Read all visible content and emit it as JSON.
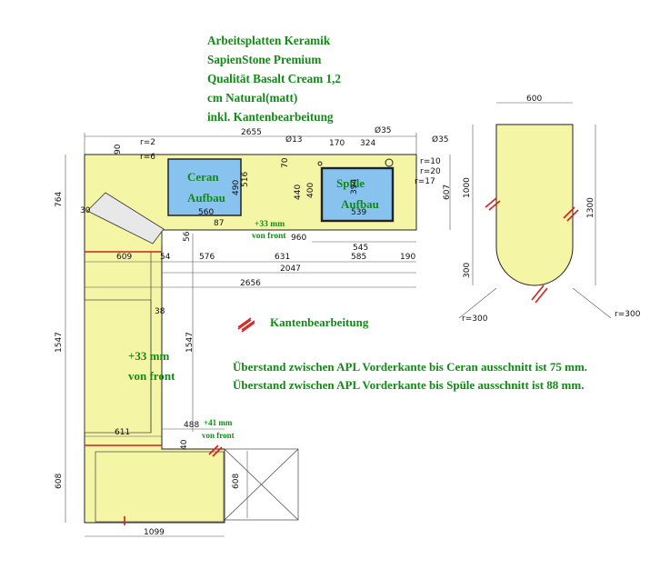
{
  "title_lines": [
    "Arbeitsplatten Keramik",
    "SapienStone Premium",
    "Qualität Basalt Cream 1,2",
    "cm Natural(matt)",
    "inkl. Kantenbearbeitung"
  ],
  "legend_label": "Kantenbearbeitung",
  "notes": [
    "Überstand zwischen APL Vorderkante bis Ceran ausschnitt ist 75 mm.",
    "Überstand zwischen APL Vorderkante bis Spüle ausschnitt ist 88 mm."
  ],
  "cutouts": {
    "ceran": {
      "line1": "Ceran",
      "line2": "Aufbau",
      "width": "560",
      "height": "490",
      "depth": "516"
    },
    "spuele": {
      "line1": "Spüle",
      "line2": "Aufbau",
      "width": "539",
      "height": "394",
      "depth": "400",
      "depth2": "440"
    }
  },
  "green_labels": {
    "overhang_top_a": "+33 mm",
    "overhang_top_b": "von front",
    "overhang_left_a": "+33 mm",
    "overhang_left_b": "von front",
    "overhang_bottom_a": "+41 mm",
    "overhang_bottom_b": "von front"
  },
  "dimensions": {
    "top_total": "2655",
    "r2": "r=2",
    "r6": "r=6",
    "d13": "Ø13",
    "d35a": "Ø35",
    "d35b": "Ø35",
    "d170": "170",
    "d324": "324",
    "r10": "r=10",
    "r20": "r=20",
    "r17": "r=17",
    "d764": "764",
    "d607": "607",
    "d960": "960",
    "d545": "545",
    "d609": "609",
    "d576": "576",
    "d631": "631",
    "d585": "585",
    "d190": "190",
    "d2047": "2047",
    "d2656": "2656",
    "d1547a": "1547",
    "d1547b": "1547",
    "d611": "611",
    "d488": "488",
    "d608a": "608",
    "d608b": "608",
    "d1099": "1099",
    "d30": "30",
    "d56": "56",
    "d54": "54",
    "d38": "38",
    "d40": "40",
    "d70": "70",
    "d90": "90",
    "d87": "87",
    "d600": "600",
    "d1000": "1000",
    "d1300": "1300",
    "d300": "300",
    "r300a": "r=300",
    "r300b": "r=300"
  },
  "colors": {
    "countertop": "#f5f5a6",
    "cutout": "#87c3ee",
    "edge": "#d41f1f",
    "text_green": "#138a17"
  }
}
